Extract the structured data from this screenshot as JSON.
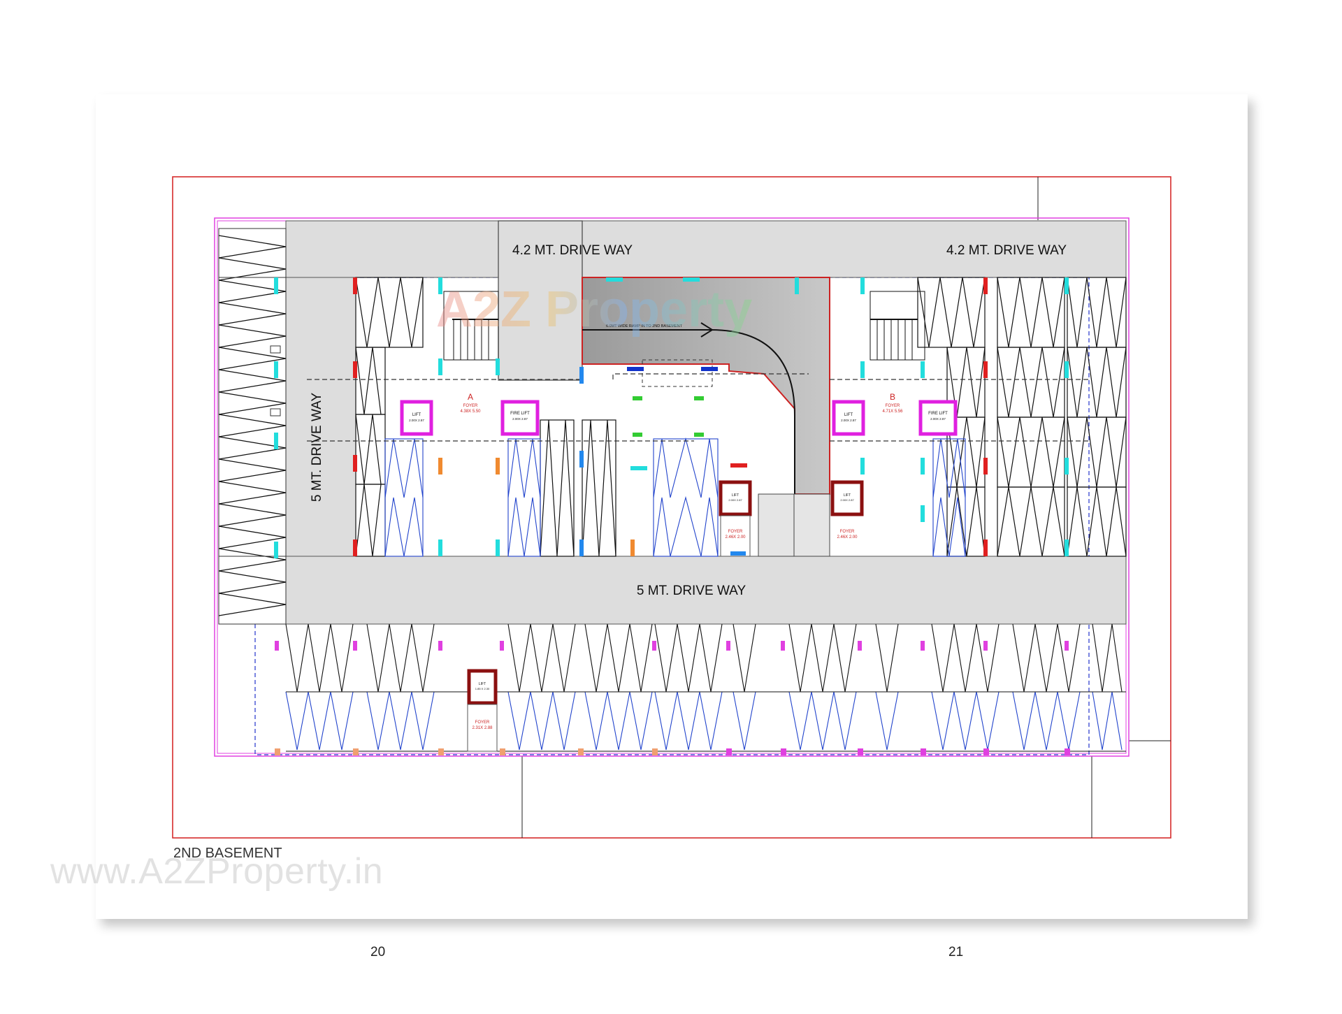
{
  "plan": {
    "drive_top_left": "4.2 MT. DRIVE WAY",
    "drive_top_right": "4.2 MT. DRIVE WAY",
    "drive_left_vertical": "5 MT. DRIVE WAY",
    "drive_bottom": "5 MT. DRIVE WAY",
    "ramp_label": "6.0MT WIDE RAMP IN TO 2ND BASEMENT",
    "block_a": {
      "letter": "A",
      "foyer": "FOYER",
      "size": "4.38X 5.50"
    },
    "block_b": {
      "letter": "B",
      "foyer": "FOYER",
      "size": "4.71X 5.56"
    },
    "lift_label": "LIFT",
    "fire_lift_label": "FIRE LIFT",
    "lift_a_size": "2.00X 2.87",
    "fire_lift_a_size": "2.00X 2.87",
    "lift_b_size": "2.00X 2.87",
    "fire_lift_b_size": "2.00X 2.87",
    "lift_c_size": "2.00X 2.87",
    "lift_d_size": "2.00X 2.87",
    "lift_e_size": "1.85 X 2.30",
    "foyer_c": {
      "name": "FOYER",
      "size": "2.46X 2.00"
    },
    "foyer_d": {
      "name": "FOYER",
      "size": "2.46X 2.00"
    },
    "foyer_e": {
      "name": "FOYER",
      "size": "2.31X 2.88"
    }
  },
  "watermark_center": "A2Z Property",
  "watermark_url": "www.A2ZProperty.in",
  "sheet_caption": "2ND BASEMENT",
  "page_numbers": {
    "left": "20",
    "right": "21"
  }
}
